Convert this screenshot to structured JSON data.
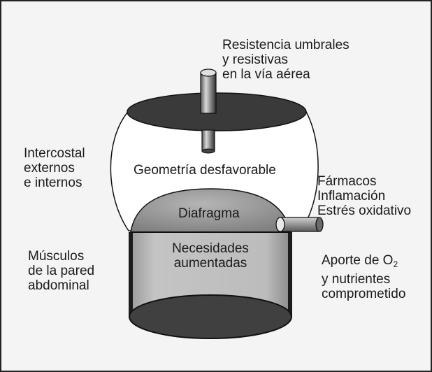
{
  "labels": {
    "airway": [
      "Resistencia umbrales",
      "y resistivas",
      "en la vía aérea"
    ],
    "intercostal": [
      "Intercostal",
      "externos",
      "e internos"
    ],
    "geometry": "Geometría desfavorable",
    "drugs": [
      "Fármacos",
      "Inflamación",
      "Estrés oxidativo"
    ],
    "diaphragm": "Diafragma",
    "abdominal": [
      "Músculos",
      "de la pared",
      "abdominal"
    ],
    "demands": [
      "Necesidades",
      "aumentadas"
    ],
    "supply": {
      "line1_prefix": "Aporte de O",
      "line1_subscript": "2",
      "line2": "y nutrientes",
      "line3": "comprometido"
    }
  },
  "colors": {
    "background": "#f4f4f4",
    "dome_fill": "#ffffff",
    "lid": "#3a3a3a",
    "diaphragm": "#9a9a9a",
    "cylinder": "#b8b8b8",
    "cylinder_bottom": "#444444",
    "outline": "#111111"
  }
}
